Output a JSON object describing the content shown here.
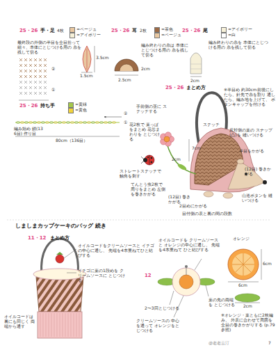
{
  "diagram": {
    "labels": [
      "25・26",
      "手・足",
      "4枚",
      "最終段の外側の半目を全目拾って 細々、本体にとじつける用の 糸を残して切る",
      "3.5cm",
      "1.5cm",
      "②",
      "①",
      "25・26",
      "耳",
      "2枚",
      "編み終わりの糸は 本体にとじつける用の 糸を残して切る",
      "2.5cm",
      "2cm",
      "25・26",
      "尾",
      "編み終わりの糸を 本体にとじつける用の 糸を残して切る",
      "2cm",
      "25・26",
      "持ち手",
      "②",
      "①",
      "編み始め 鎖(136目) 作り目",
      "80cm（136目）",
      "25・26",
      "まとめ方",
      "※半目め 約30cm前後にしたら、針先で糸を割り 通したら、編み地を上げて、 ボタンキャップを付ける",
      "手前側の茎に ステッチする",
      "花2枚で 葉っぱをまとめ 花芯まわりを とじつける",
      "ステッチ",
      "7cm",
      "ストレートステッチで 触角を刺す",
      "てんとう虫2枚で 周りをまとめ 左側を巻きかがる",
      "(12目) 巻きかがる",
      "2目めにかがる",
      "(12目) 巻きかがる",
      "反対側の葉の スナップ(凸)を 縫いつける",
      "半目をかがる",
      "山道ボタンを 縫いつける",
      "目付側の表と裏の間の段数",
      "2cm",
      "しましまカップケーキのバッグ 続き",
      "11・12",
      "まとめ方",
      "オイルコードをクリームソースと イチゴの中心に通し、 先端を4本重ねてひと結びする",
      "イチゴに葉の1段めを クリームソースに とじつける",
      "オイルコードは 裏にも同じく 両端から通す",
      "12",
      "オイルコードを クリームソースと オレンジの中心に通し、 先端を4本重ねて ひと結びする",
      "葉の先の両端を とじつける",
      "2〜3回とじつける",
      "クリームソースの 中心を通って オレンジをとじつける",
      "オレンジ",
      "6cm",
      "2cm",
      "6cm",
      "※オレンジ・葉ともに2枚編み、 外表に合わせて周囲を 全目の巻きかがりする (p.79参照)",
      "7",
      "@老老云汀"
    ],
    "legend": [
      {
        "text": "=ベージュ",
        "color": "#e8c7a0"
      },
      {
        "text": "=アイボリー",
        "color": "#f6f0d8"
      },
      {
        "text": "=茶色",
        "color": "#9c6a45"
      },
      {
        "text": "=ベージュ",
        "color": "#e8c7a0"
      },
      {
        "text": "=アイボリー",
        "color": "#f6f0d8"
      },
      {
        "text": "=白",
        "color": "#ffffff"
      },
      {
        "text": "=黄緑",
        "color": "#a5c84a"
      },
      {
        "text": "=黄色",
        "color": "#f2d33c"
      }
    ]
  }
}
